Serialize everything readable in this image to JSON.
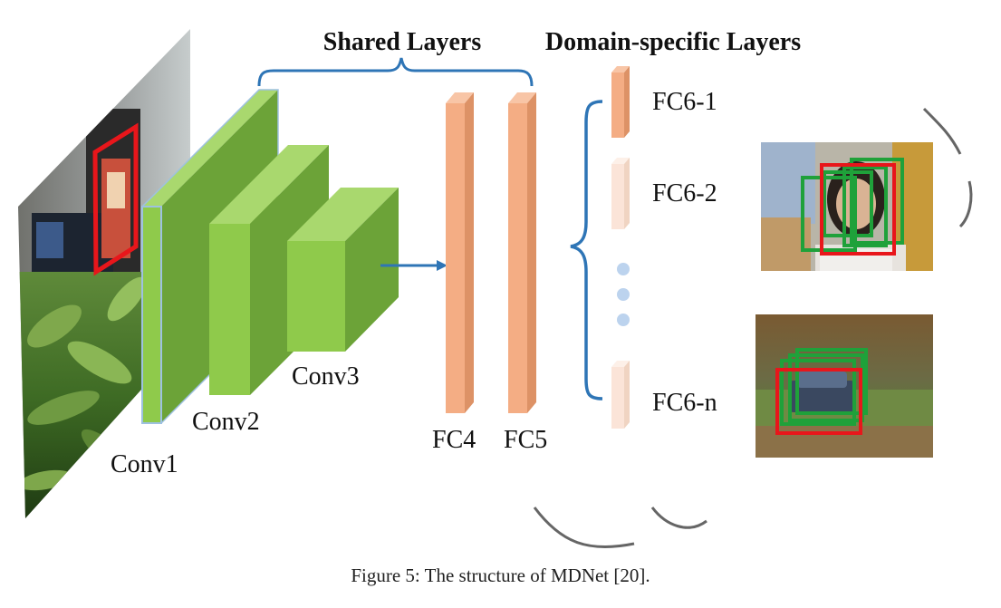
{
  "headers": {
    "shared": "Shared Layers",
    "domain_specific": "Domain-specific Layers"
  },
  "layers": {
    "conv1": "Conv1",
    "conv2": "Conv2",
    "conv3": "Conv3",
    "fc4": "FC4",
    "fc5": "FC5"
  },
  "branches": {
    "fc6_1": "FC6-1",
    "fc6_2": "FC6-2",
    "fc6_n": "FC6-n"
  },
  "caption": "Figure 5: The structure of MDNet [20].",
  "colors": {
    "conv_front": "#8fca4b",
    "conv_side": "#6ca338",
    "conv_top": "#a9d86e",
    "fc_active": "#f4ad84",
    "fc_inactive": "#fbe4d8",
    "brace": "#2e75b6",
    "arrow": "#2e75b6",
    "dots": "#bcd3ee",
    "box_red": "#e8161b",
    "box_green": "#1fa13a"
  }
}
